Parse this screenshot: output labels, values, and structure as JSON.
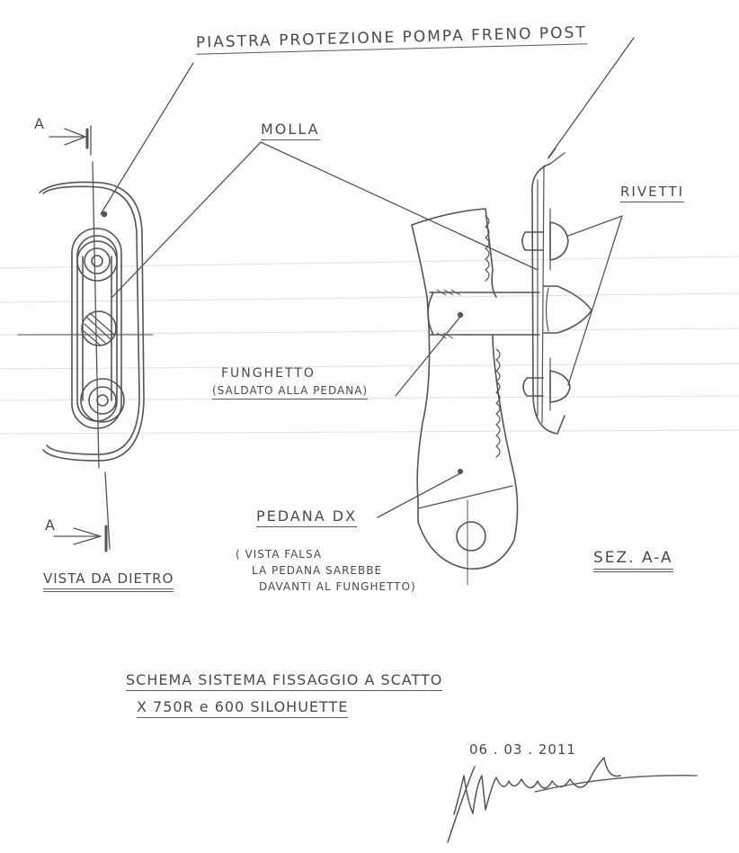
{
  "labels": {
    "piastra": "PIASTRA PROTEZIONE POMPA FRENO POST",
    "molla": "MOLLA",
    "rivetti": "RIVETTI",
    "funghetto_1": "FUNGHETTO",
    "funghetto_2": "(SALDATO ALLA PEDANA)",
    "pedana": "PEDANA DX",
    "vista_falsa_1": "( VISTA FALSA",
    "vista_falsa_2": "LA PEDANA SAREBBE",
    "vista_falsa_3": "DAVANTI AL FUNGHETTO)",
    "vista_da_dietro": "VISTA DA DIETRO",
    "sez": "SEZ. A-A",
    "section_top": "A",
    "section_bottom": "A"
  },
  "title": {
    "line1": "SCHEMA SISTEMA FISSAGGIO A SCATTO",
    "line2": "X 750R e 600 SILOHUETTE"
  },
  "date": "06 . 03 . 2011",
  "colors": {
    "pencil": "#555555",
    "paper": "#fdfdfb",
    "ruled": "#d9dde3"
  }
}
